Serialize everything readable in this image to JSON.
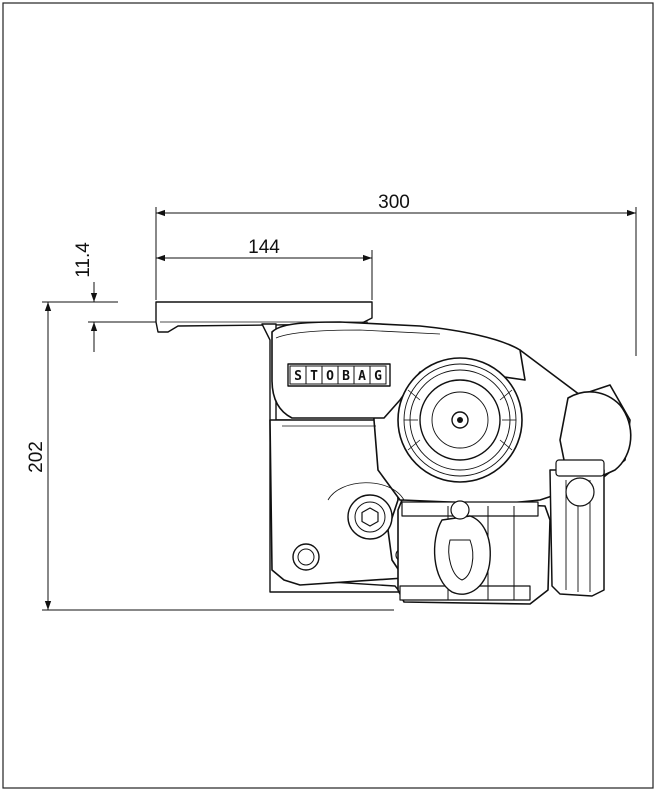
{
  "drawing": {
    "dimensions": {
      "overall_width": "300",
      "plate_width": "144",
      "plate_thickness": "11.4",
      "overall_height": "202"
    },
    "brand_plate": {
      "text": "STOBAG",
      "letters": [
        "S",
        "T",
        "O",
        "B",
        "A",
        "G"
      ]
    }
  }
}
